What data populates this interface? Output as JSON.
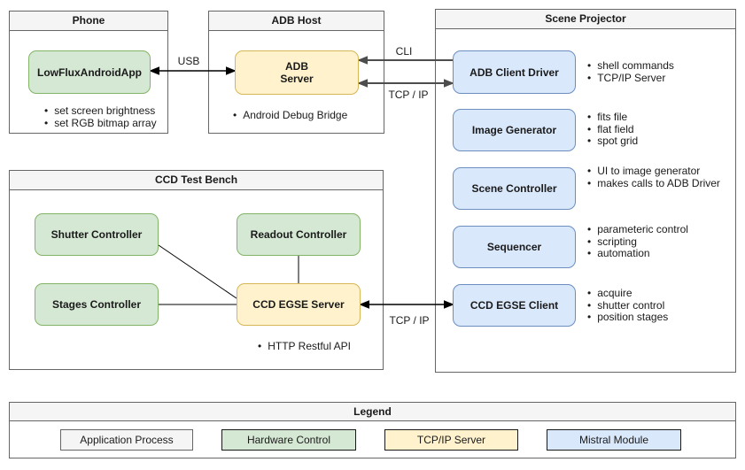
{
  "diagram": {
    "phone": {
      "title": "Phone",
      "app": "LowFluxAndroidApp",
      "bullets": [
        "set screen brightness",
        "set RGB bitmap array"
      ]
    },
    "adb_host": {
      "title": "ADB Host",
      "server_line1": "ADB",
      "server_line2": "Server",
      "bullets": [
        "Android Debug Bridge"
      ]
    },
    "scene_projector": {
      "title": "Scene Projector",
      "modules": [
        {
          "label": "ADB Client Driver",
          "bullets": [
            "shell commands",
            "TCP/IP Server"
          ]
        },
        {
          "label": "Image Generator",
          "bullets": [
            "fits file",
            "flat field",
            "spot grid"
          ]
        },
        {
          "label": "Scene Controller",
          "bullets": [
            "UI to image generator",
            "makes calls to ADB Driver"
          ]
        },
        {
          "label": "Sequencer",
          "bullets": [
            "parameteric control",
            "scripting",
            "automation"
          ]
        },
        {
          "label": "CCD EGSE Client",
          "bullets": [
            "acquire",
            "shutter control",
            "position stages"
          ]
        }
      ]
    },
    "ccd_test_bench": {
      "title": "CCD Test Bench",
      "shutter": "Shutter Controller",
      "readout": "Readout Controller",
      "stages": "Stages Controller",
      "egse_server": "CCD EGSE Server",
      "bullets": [
        "HTTP Restful API"
      ]
    },
    "edge_labels": {
      "usb": "USB",
      "cli": "CLI",
      "tcp_top": "TCP / IP",
      "tcp_bottom": "TCP / IP"
    }
  },
  "legend": {
    "title": "Legend",
    "items": [
      {
        "label": "Application Process",
        "type": "application-process"
      },
      {
        "label": "Hardware Control",
        "type": "hardware-control"
      },
      {
        "label": "TCP/IP Server",
        "type": "tcpip-server"
      },
      {
        "label": "Mistral Module",
        "type": "mistral-module"
      }
    ]
  },
  "colors": {
    "hardware_fill": "#d5e8d4",
    "hardware_border": "#82b366",
    "tcpip_fill": "#fff2cc",
    "tcpip_border": "#d6b656",
    "mistral_fill": "#dae8fc",
    "mistral_border": "#6c8ebf",
    "process_fill": "#f5f5f5",
    "process_border": "#666666"
  }
}
